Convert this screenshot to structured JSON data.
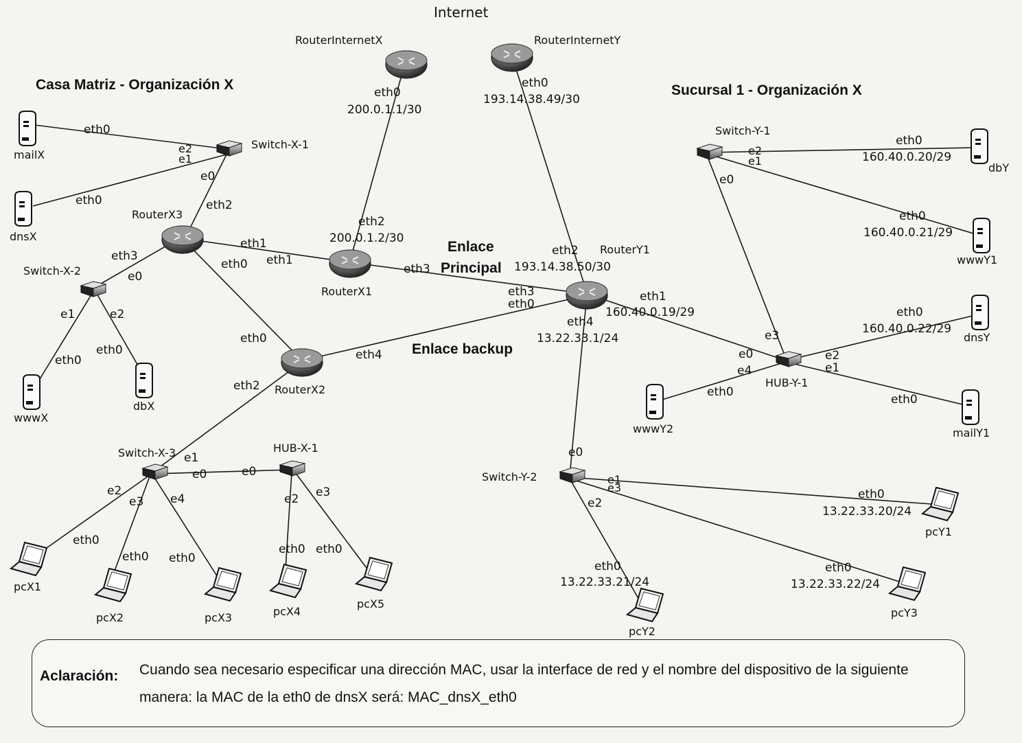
{
  "titles": {
    "internet": "Internet",
    "casa_matriz": "Casa Matriz - Organización X",
    "sucursal": "Sucursal 1 - Organización X",
    "enlace_principal_1": "Enlace",
    "enlace_principal_2": "Principal",
    "enlace_backup": "Enlace backup"
  },
  "devices": {
    "routerInternetX": "RouterInternetX",
    "routerInternetY": "RouterInternetY",
    "routerX1": "RouterX1",
    "routerX2": "RouterX2",
    "routerX3": "RouterX3",
    "routerY1": "RouterY1",
    "switchX1": "Switch-X-1",
    "switchX2": "Switch-X-2",
    "switchX3": "Switch-X-3",
    "hubX1": "HUB-X-1",
    "switchY1": "Switch-Y-1",
    "switchY2": "Switch-Y-2",
    "hubY1": "HUB-Y-1",
    "mailX": "mailX",
    "dnsX": "dnsX",
    "wwwX": "wwwX",
    "dbX": "dbX",
    "dbY": "dbY",
    "wwwY1": "wwwY1",
    "dnsY": "dnsY",
    "mailY1": "mailY1",
    "wwwY2": "wwwY2",
    "pcX1": "pcX1",
    "pcX2": "pcX2",
    "pcX3": "pcX3",
    "pcX4": "pcX4",
    "pcX5": "pcX5",
    "pcY1": "pcY1",
    "pcY2": "pcY2",
    "pcY3": "pcY3"
  },
  "labels": {
    "rix_eth0": "eth0",
    "rix_ip": "200.0.1.1/30",
    "riy_eth0": "eth0",
    "riy_ip": "193.14.38.49/30",
    "rx1_eth2": "eth2",
    "rx1_ip": "200.0.1.2/30",
    "rx1_eth1": "eth1",
    "rx1_eth3": "eth3",
    "rx3_eth1": "eth1",
    "rx3_eth2": "eth2",
    "rx3_eth3": "eth3",
    "rx3_eth0": "eth0",
    "rx2_eth0": "eth0",
    "rx2_eth2": "eth2",
    "rx2_eth4": "eth4",
    "ry1_eth2": "eth2",
    "ry1_ip_wan": "193.14.38.50/30",
    "ry1_eth3": "eth3",
    "ry1_eth0": "eth0",
    "ry1_eth1": "eth1",
    "ry1_ip_lan": "160.40.0.19/29",
    "ry1_eth4": "eth4",
    "ry1_ip_pc": "13.22.33.1/24",
    "sx1_e0": "e0",
    "sx1_e1": "e1",
    "sx1_e2": "e2",
    "mailx_eth0": "eth0",
    "dnsx_eth0": "eth0",
    "sx2_e0": "e0",
    "sx2_e1": "e1",
    "sx2_e2": "e2",
    "wwwx_eth0": "eth0",
    "dbx_eth0": "eth0",
    "sx3_e0": "e0",
    "sx3_e1": "e1",
    "sx3_e2": "e2",
    "sx3_e3": "e3",
    "sx3_e4": "e4",
    "hx1_e0": "e0",
    "hx1_e2": "e2",
    "hx1_e3": "e3",
    "pcx1_eth0": "eth0",
    "pcx2_eth0": "eth0",
    "pcx3_eth0": "eth0",
    "pcx4_eth0": "eth0",
    "pcx5_eth0": "eth0",
    "sy1_e0": "e0",
    "sy1_e1": "e1",
    "sy1_e2": "e2",
    "dby_eth0": "eth0",
    "dby_ip": "160.40.0.20/29",
    "wwwy1_eth0": "eth0",
    "wwwy1_ip": "160.40.0.21/29",
    "hy1_e0": "e0",
    "hy1_e1": "e1",
    "hy1_e2": "e2",
    "hy1_e3": "e3",
    "hy1_e4": "e4",
    "dnsy_eth0": "eth0",
    "dnsy_ip": "160.40.0.22/29",
    "maily1_eth0": "eth0",
    "wwwy2_eth0": "eth0",
    "sy2_e0": "e0",
    "sy2_e1": "e1",
    "sy2_e2": "e2",
    "sy2_e3": "e3",
    "pcy1_eth0": "eth0",
    "pcy1_ip": "13.22.33.20/24",
    "pcy2_eth0": "eth0",
    "pcy2_ip": "13.22.33.21/24",
    "pcy3_eth0": "eth0",
    "pcy3_ip": "13.22.33.22/24"
  },
  "note": {
    "title": "Aclaración:",
    "text": "Cuando sea necesario especificar una dirección MAC, usar la interface de red y el nombre del dispositivo de la siguiente manera: la MAC de la eth0 de dnsX será: MAC_dnsX_eth0"
  }
}
